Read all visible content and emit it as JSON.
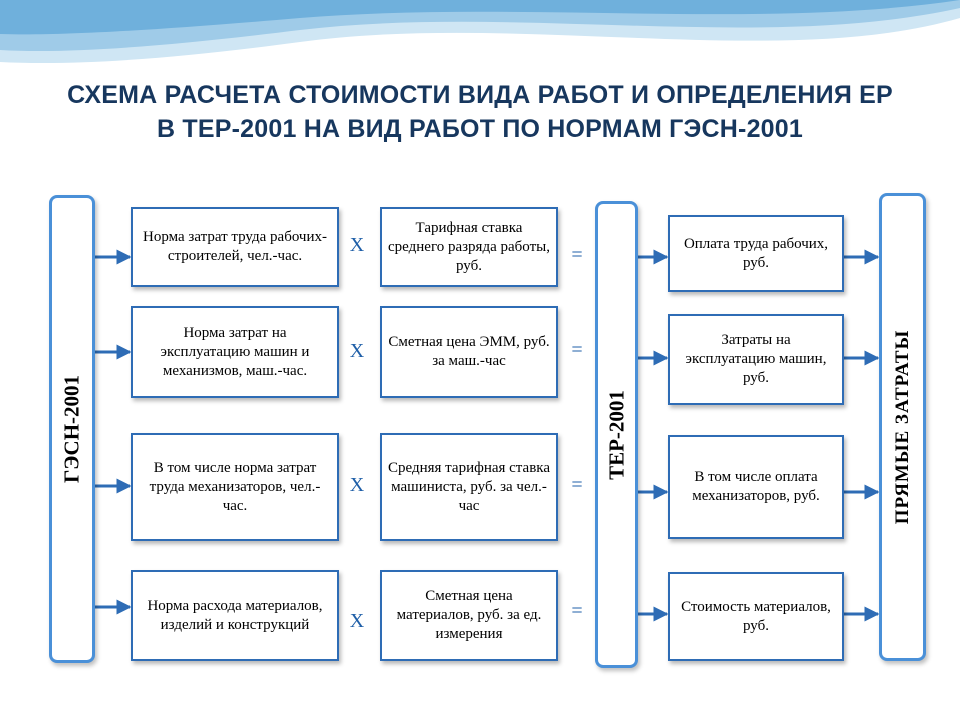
{
  "title": {
    "line1": "СХЕМА РАСЧЕТА СТОИМОСТИ ВИДА РАБОТ И ОПРЕДЕЛЕНИЯ ЕР",
    "line2": "В ТЕР-2001 НА ВИД РАБОТ ПО НОРМАМ ГЭСН-2001"
  },
  "bars": {
    "left": "ГЭСН-2001",
    "middle": "ТЕР-2001",
    "right": "ПРЯМЫЕ ЗАТРАТЫ"
  },
  "operators": {
    "multiply": "Х",
    "equals": "="
  },
  "rows": [
    {
      "norm": "Норма затрат труда рабочих-строителей, чел.-час.",
      "rate": "Тарифная ставка среднего разряда работы, руб.",
      "result": "Оплата труда рабочих, руб."
    },
    {
      "norm": "Норма затрат на эксплуатацию машин и механизмов, маш.-час.",
      "rate": "Сметная цена ЭММ, руб. за маш.-час",
      "result": "Затраты на эксплуатацию машин, руб."
    },
    {
      "norm": "В том числе норма затрат труда механизаторов, чел.-час.",
      "rate": "Средняя тарифная ставка машиниста, руб. за чел.-час",
      "result": "В том числе оплата механизаторов, руб."
    },
    {
      "norm": "Норма расхода материалов, изделий и конструкций",
      "rate": "Сметная цена материалов, руб. за ед. измерения",
      "result": "Стоимость материалов, руб."
    }
  ],
  "colors": {
    "title": "#17375e",
    "bar_border": "#4a90d8",
    "box_border": "#2e6cb5",
    "arrow": "#2e6cb5",
    "operator": "#1f5fa8"
  }
}
